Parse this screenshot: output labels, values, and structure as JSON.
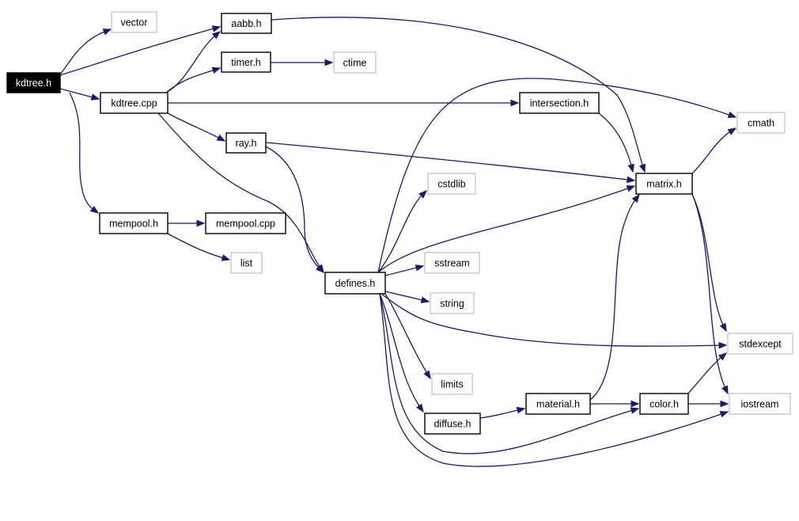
{
  "graph": {
    "root": "kdtree.h",
    "nodes": [
      {
        "id": "kdtree_h",
        "label": "kdtree.h",
        "kind": "root"
      },
      {
        "id": "vector",
        "label": "vector",
        "kind": "external"
      },
      {
        "id": "aabb_h",
        "label": "aabb.h",
        "kind": "file"
      },
      {
        "id": "timer_h",
        "label": "timer.h",
        "kind": "file"
      },
      {
        "id": "ctime",
        "label": "ctime",
        "kind": "external"
      },
      {
        "id": "kdtree_cpp",
        "label": "kdtree.cpp",
        "kind": "file"
      },
      {
        "id": "intersection_h",
        "label": "intersection.h",
        "kind": "file"
      },
      {
        "id": "cmath",
        "label": "cmath",
        "kind": "external"
      },
      {
        "id": "ray_h",
        "label": "ray.h",
        "kind": "file"
      },
      {
        "id": "matrix_h",
        "label": "matrix.h",
        "kind": "file"
      },
      {
        "id": "cstdlib",
        "label": "cstdlib",
        "kind": "external"
      },
      {
        "id": "mempool_h",
        "label": "mempool.h",
        "kind": "file"
      },
      {
        "id": "mempool_cpp",
        "label": "mempool.cpp",
        "kind": "file"
      },
      {
        "id": "list",
        "label": "list",
        "kind": "external"
      },
      {
        "id": "sstream",
        "label": "sstream",
        "kind": "external"
      },
      {
        "id": "defines_h",
        "label": "defines.h",
        "kind": "file"
      },
      {
        "id": "string",
        "label": "string",
        "kind": "external"
      },
      {
        "id": "stdexcept",
        "label": "stdexcept",
        "kind": "external"
      },
      {
        "id": "limits",
        "label": "limits",
        "kind": "external"
      },
      {
        "id": "material_h",
        "label": "material.h",
        "kind": "file"
      },
      {
        "id": "color_h",
        "label": "color.h",
        "kind": "file"
      },
      {
        "id": "iostream",
        "label": "iostream",
        "kind": "external"
      },
      {
        "id": "diffuse_h",
        "label": "diffuse.h",
        "kind": "file"
      }
    ],
    "edges": [
      {
        "from": "kdtree_h",
        "to": "vector"
      },
      {
        "from": "kdtree_h",
        "to": "aabb_h"
      },
      {
        "from": "kdtree_h",
        "to": "kdtree_cpp"
      },
      {
        "from": "kdtree_h",
        "to": "mempool_h"
      },
      {
        "from": "kdtree_cpp",
        "to": "aabb_h"
      },
      {
        "from": "kdtree_cpp",
        "to": "timer_h"
      },
      {
        "from": "kdtree_cpp",
        "to": "intersection_h"
      },
      {
        "from": "kdtree_cpp",
        "to": "ray_h"
      },
      {
        "from": "kdtree_cpp",
        "to": "defines_h"
      },
      {
        "from": "timer_h",
        "to": "ctime"
      },
      {
        "from": "aabb_h",
        "to": "matrix_h"
      },
      {
        "from": "intersection_h",
        "to": "matrix_h"
      },
      {
        "from": "ray_h",
        "to": "matrix_h"
      },
      {
        "from": "ray_h",
        "to": "defines_h"
      },
      {
        "from": "matrix_h",
        "to": "cmath"
      },
      {
        "from": "matrix_h",
        "to": "stdexcept"
      },
      {
        "from": "matrix_h",
        "to": "iostream"
      },
      {
        "from": "mempool_h",
        "to": "mempool_cpp"
      },
      {
        "from": "mempool_h",
        "to": "list"
      },
      {
        "from": "defines_h",
        "to": "cmath"
      },
      {
        "from": "defines_h",
        "to": "cstdlib"
      },
      {
        "from": "defines_h",
        "to": "matrix_h"
      },
      {
        "from": "defines_h",
        "to": "sstream"
      },
      {
        "from": "defines_h",
        "to": "string"
      },
      {
        "from": "defines_h",
        "to": "stdexcept"
      },
      {
        "from": "defines_h",
        "to": "limits"
      },
      {
        "from": "defines_h",
        "to": "diffuse_h"
      },
      {
        "from": "defines_h",
        "to": "color_h"
      },
      {
        "from": "defines_h",
        "to": "iostream"
      },
      {
        "from": "diffuse_h",
        "to": "material_h"
      },
      {
        "from": "material_h",
        "to": "matrix_h"
      },
      {
        "from": "material_h",
        "to": "color_h"
      },
      {
        "from": "color_h",
        "to": "stdexcept"
      },
      {
        "from": "color_h",
        "to": "iostream"
      }
    ]
  },
  "colors": {
    "edge": "#191970",
    "node_border": "#000000",
    "external_border": "#c0c0c0",
    "root_fill": "#000000",
    "root_text": "#ffffff"
  }
}
